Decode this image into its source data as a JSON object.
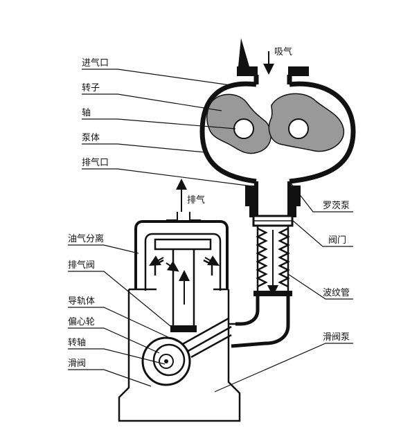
{
  "diagram": {
    "labels_left": {
      "inlet": "进气口",
      "rotor": "转子",
      "shaft": "轴",
      "pump_body": "泵体",
      "outlet": "排气口",
      "oil_gas_separator": "油气分离",
      "exhaust_valve": "排气阀",
      "guide_rail": "导轨体",
      "eccentric_wheel": "偏心轮",
      "rotating_shaft": "转轴",
      "slide_valve": "滑阀"
    },
    "labels_right": {
      "roots_pump": "罗茨泵",
      "valve": "阀门",
      "bellows": "波纹管",
      "slide_valve_pump": "滑阀泵"
    },
    "flow_labels": {
      "suction": "吸气",
      "exhaust": "排气"
    }
  }
}
